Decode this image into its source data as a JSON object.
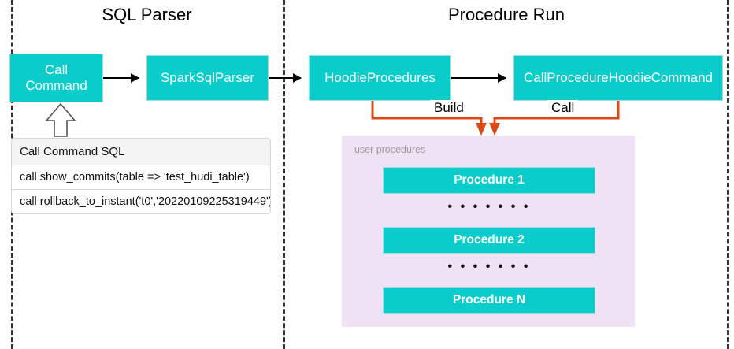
{
  "diagram": {
    "sections": [
      {
        "id": "sql-parser",
        "title": "SQL Parser"
      },
      {
        "id": "procedure-run",
        "title": "Procedure Run"
      }
    ],
    "nodes": [
      {
        "id": "call-command",
        "label": "Call\nCommand"
      },
      {
        "id": "spark-sql-parser",
        "label": "SparkSqlParser"
      },
      {
        "id": "hoodie-procedures",
        "label": "HoodieProcedures"
      },
      {
        "id": "call-procedure-hoodie-command",
        "label": "CallProcedureHoodieCommand"
      }
    ],
    "node_labels": {
      "call_command_line1": "Call",
      "call_command_line2": "Command",
      "spark_sql_parser": "SparkSqlParser",
      "hoodie_procedures": "HoodieProcedures",
      "call_procedure_hoodie_command": "CallProcedureHoodieCommand"
    },
    "edge_labels": {
      "build": "Build",
      "call": "Call"
    },
    "sql_table": {
      "header": "Call Command SQL",
      "rows": [
        "call show_commits(table => 'test_hudi_table')",
        "call rollback_to_instant('t0','20220109225319449')"
      ]
    },
    "procedures_panel": {
      "caption": "user procedures",
      "items": [
        {
          "label": "Procedure 1"
        },
        {
          "label": "Procedure 2"
        },
        {
          "label": "Procedure N"
        }
      ],
      "ellipsis": "• • • • • • •"
    },
    "colors": {
      "node_fill": "#0ACDCB",
      "panel_fill": "#F0E2F5",
      "connector": "#DD4814",
      "divider": "#333333",
      "arrow": "#000000",
      "caption_text": "#9b9b9b"
    }
  }
}
